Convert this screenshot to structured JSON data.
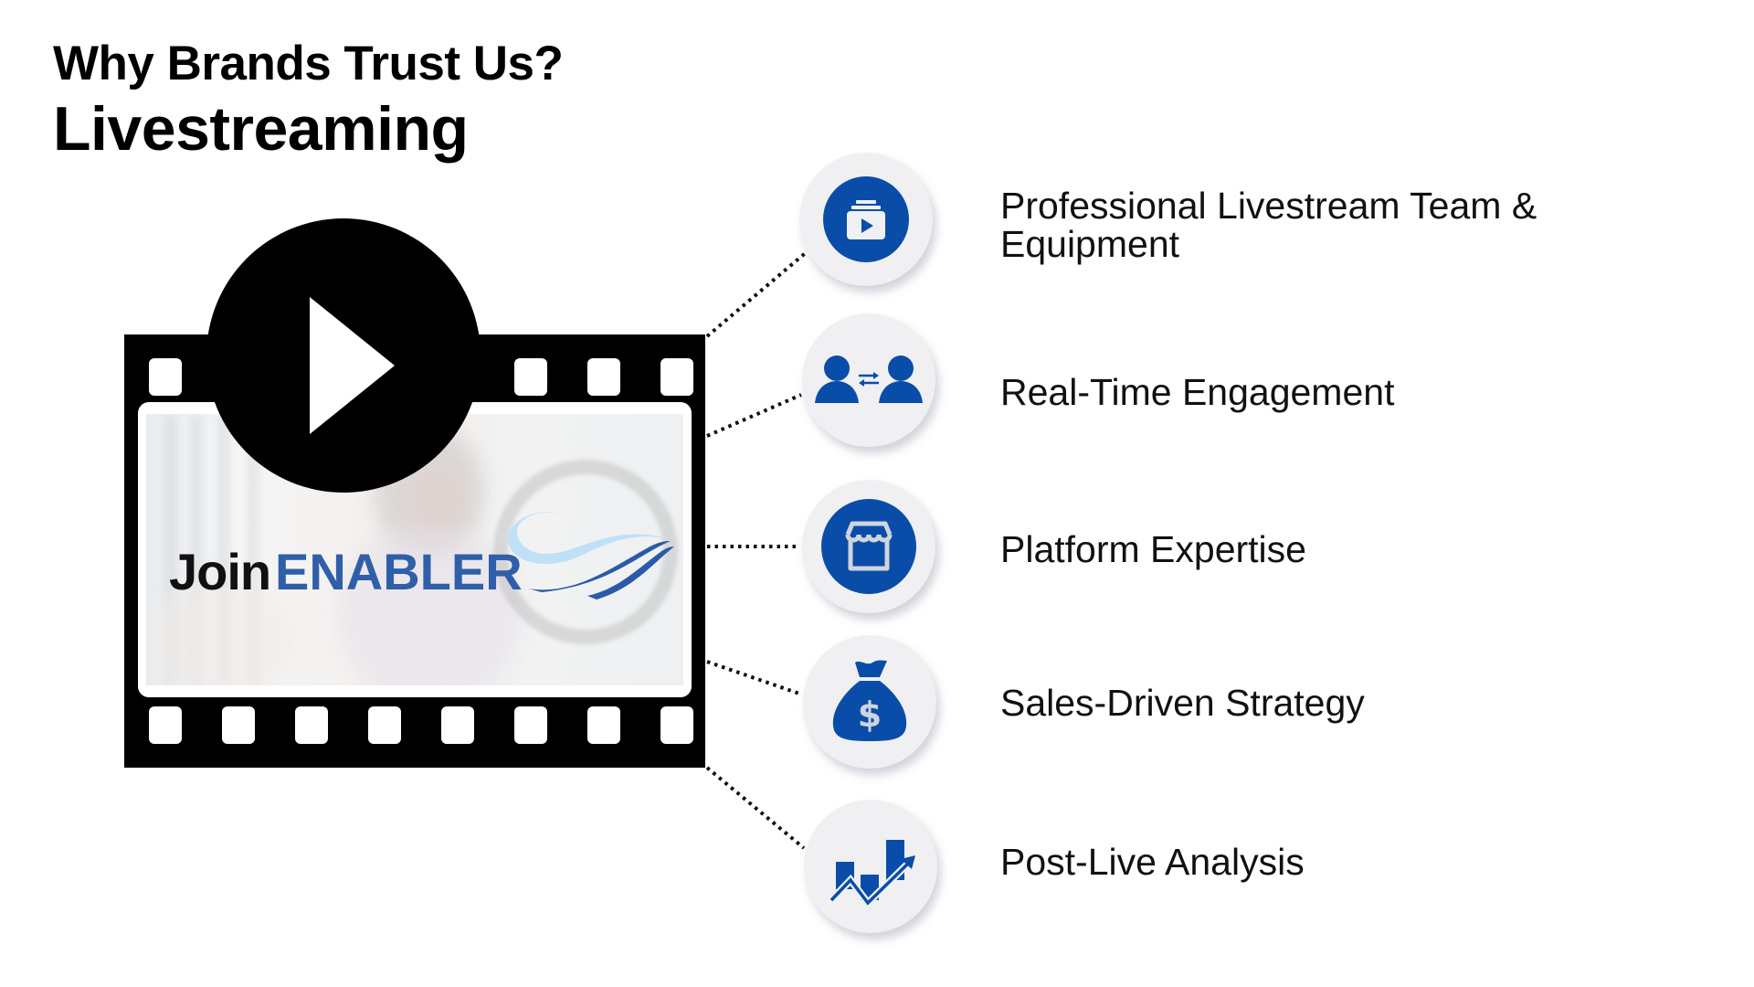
{
  "header": {
    "subtitle": "Why Brands Trust Us?",
    "title": "Livestreaming"
  },
  "video": {
    "logo_join": "Join",
    "logo_brand": "ENABLER",
    "play_icon": "play-icon"
  },
  "colors": {
    "accent_blue": "#0a4da8",
    "brand_blue": "#2f5fa8",
    "wave_light": "#bfe0f7",
    "badge_bg": "#f0f0f2"
  },
  "features": [
    {
      "icon": "video-folder-play-icon",
      "label_line1": "Professional Livestream Team &",
      "label_line2": "Equipment"
    },
    {
      "icon": "users-exchange-icon",
      "label_line1": "Real-Time Engagement"
    },
    {
      "icon": "storefront-icon",
      "label_line1": "Platform Expertise"
    },
    {
      "icon": "money-bag-icon",
      "label_line1": "Sales-Driven Strategy"
    },
    {
      "icon": "growth-chart-icon",
      "label_line1": "Post-Live Analysis"
    }
  ]
}
